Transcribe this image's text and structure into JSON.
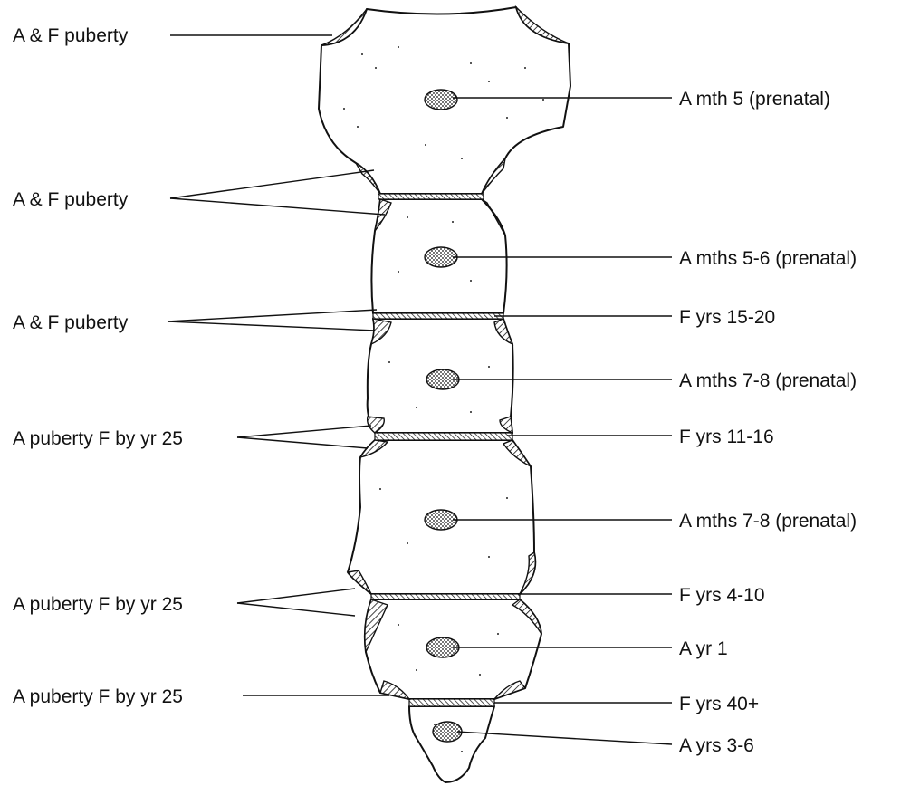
{
  "left_labels": [
    "A & F puberty",
    "A & F puberty",
    "A & F puberty",
    "A puberty F by yr 25",
    "A puberty F by yr 25",
    "A puberty F by yr 25"
  ],
  "right_labels": [
    "A mth 5 (prenatal)",
    "A mths 5-6 (prenatal)",
    "F yrs 15-20",
    "A mths 7-8 (prenatal)",
    "F yrs 11-16",
    "A mths 7-8 (prenatal)",
    "F yrs 4-10",
    "A yr 1",
    "F yrs 40+",
    "A yrs 3-6"
  ]
}
